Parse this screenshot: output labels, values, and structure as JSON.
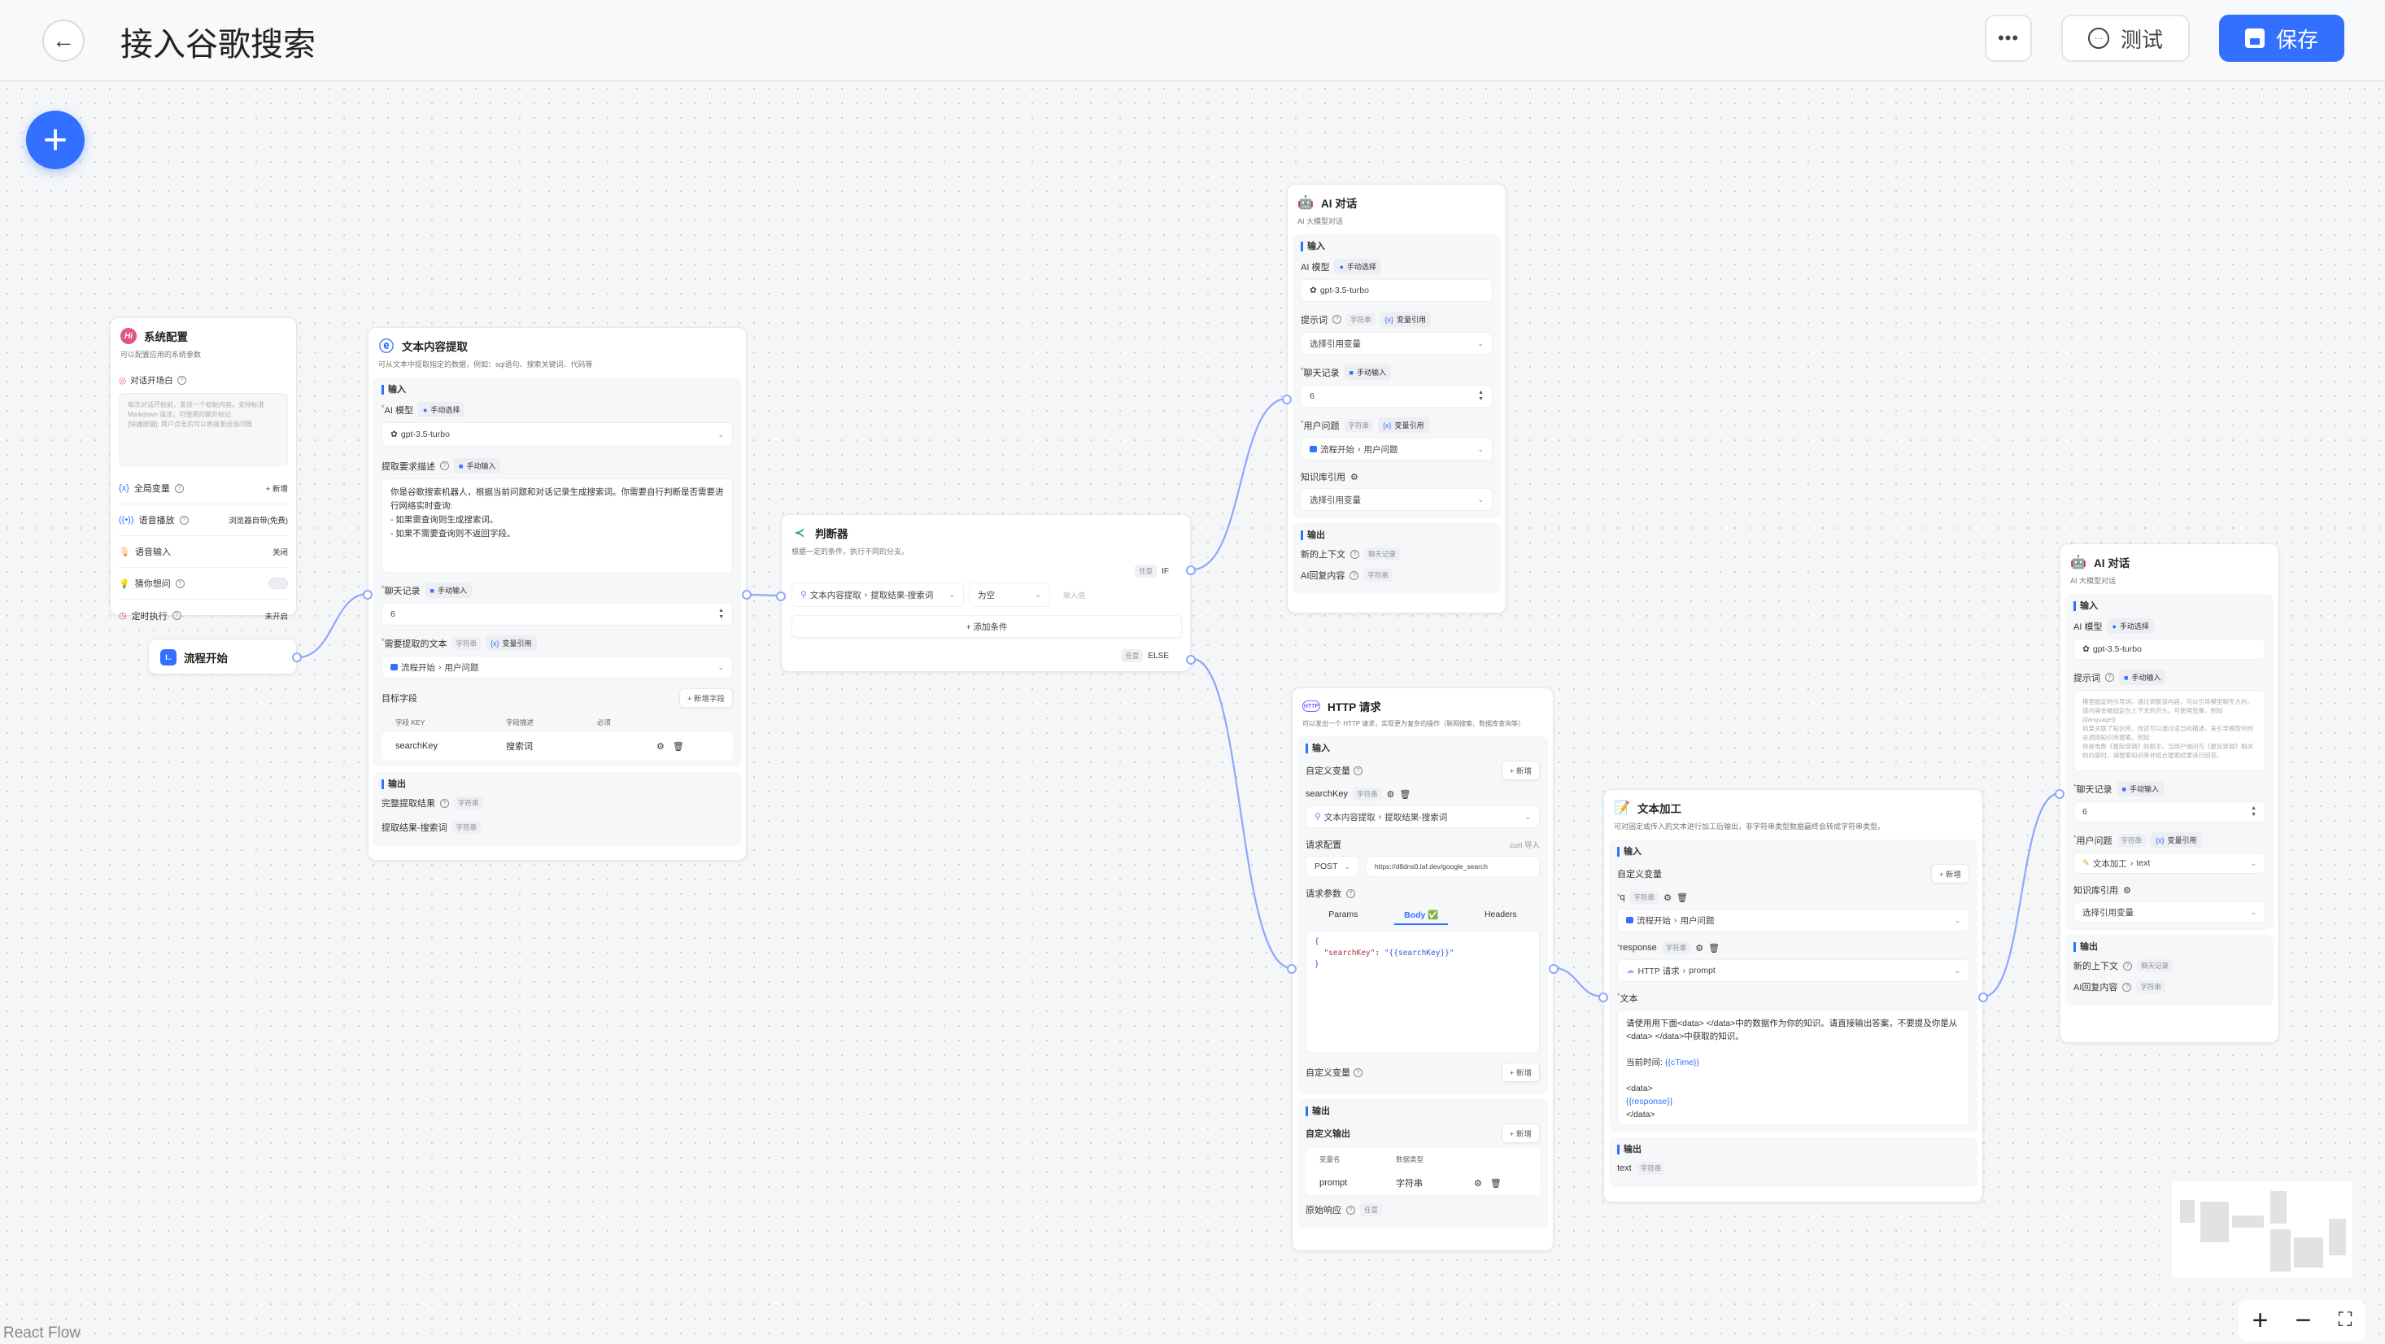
{
  "header": {
    "title": "接入谷歌搜索",
    "test_label": "测试",
    "save_label": "保存"
  },
  "colors": {
    "accent": "#3370ff",
    "background": "#f4f6f8"
  },
  "footer": {
    "attribution": "React Flow"
  },
  "sys": {
    "title": "系统配置",
    "desc": "可以配置应用的系统参数",
    "welcome_label": "对话开场白",
    "welcome_placeholder": "每次对话开始前，发送一个初始内容。支持标准\nMarkdown 语法，可使用的额外标记:\n[快捷按键]: 用户点击后可以直接发送该问题",
    "rows": [
      {
        "label": "全局变量",
        "value": "+ 新增"
      },
      {
        "label": "语音播放",
        "value": "浏览器自带(免费)"
      },
      {
        "label": "语音输入",
        "value": "关闭"
      },
      {
        "label": "猜你想问",
        "toggle_on": false
      },
      {
        "label": "定时执行",
        "value": "未开启"
      }
    ]
  },
  "start": {
    "title": "流程开始"
  },
  "extract": {
    "title": "文本内容提取",
    "desc": "可从文本中提取指定的数据，例如：sql语句、搜索关键词、代码等",
    "input_title": "输入",
    "model_label": "AI 模型",
    "model_mode": "手动选择",
    "model_value": "gpt-3.5-turbo",
    "desc_label": "提取要求描述",
    "desc_mode": "手动输入",
    "desc_value": "你是谷歌搜索机器人，根据当前问题和对话记录生成搜索词。你需要自行判断是否需要进行网络实时查询:\n- 如果需查询则生成搜索词。\n- 如果不需要查询则不返回字段。",
    "history_label": "聊天记录",
    "history_mode": "手动输入",
    "history_value": "6",
    "text_label": "需要提取的文本",
    "text_type": "字符串",
    "text_mode": "变量引用",
    "text_ref_node": "流程开始",
    "text_ref_field": "用户问题",
    "fields_label": "目标字段",
    "add_field": "+ 新增字段",
    "columns": [
      "字段 KEY",
      "字段描述",
      "必须"
    ],
    "rows": [
      {
        "key": "searchKey",
        "desc": "搜索词"
      }
    ],
    "output_title": "输出",
    "outputs": [
      {
        "label": "完整提取结果",
        "type": "字符串"
      },
      {
        "label": "提取结果-搜索词",
        "type": "字符串"
      }
    ]
  },
  "judge": {
    "title": "判断器",
    "desc": "根据一定的条件，执行不同的分支。",
    "if_tag": "任意",
    "if_label": "IF",
    "cond_ref_node": "文本内容提取",
    "cond_ref_field": "提取结果-搜索词",
    "cond_op": "为空",
    "cond_value_placeholder": "输入值",
    "add_condition": "+ 添加条件",
    "else_tag": "任意",
    "else_label": "ELSE"
  },
  "ai1": {
    "title": "AI 对话",
    "desc": "AI 大模型对话",
    "input_title": "输入",
    "model_label": "AI 模型",
    "model_mode": "手动选择",
    "model_value": "gpt-3.5-turbo",
    "prompt_label": "提示词",
    "prompt_type": "字符串",
    "prompt_mode": "变量引用",
    "prompt_placeholder": "选择引用变量",
    "history_label": "聊天记录",
    "history_mode": "手动输入",
    "history_value": "6",
    "question_label": "用户问题",
    "question_type": "字符串",
    "question_mode": "变量引用",
    "question_ref_node": "流程开始",
    "question_ref_field": "用户问题",
    "kb_label": "知识库引用",
    "kb_placeholder": "选择引用变量",
    "output_title": "输出",
    "outputs": [
      {
        "label": "新的上下文",
        "type": "聊天记录"
      },
      {
        "label": "AI回复内容",
        "type": "字符串"
      }
    ]
  },
  "http": {
    "title": "HTTP 请求",
    "desc": "可以发出一个 HTTP 请求，实现更为复杂的操作（联网搜索、数据库查询等）",
    "input_title": "输入",
    "custom_var_label": "自定义变量",
    "add": "+ 新增",
    "var_name": "searchKey",
    "var_type": "字符串",
    "var_ref_node": "文本内容提取",
    "var_ref_field": "提取结果-搜索词",
    "config_label": "请求配置",
    "curl_import": "curl 导入",
    "method": "POST",
    "url": "https://d8dns0.laf.dev/google_search",
    "params_label": "请求参数",
    "tabs": [
      "Params",
      "Body ✅",
      "Headers"
    ],
    "active_tab": "Body ✅",
    "body_open": "{",
    "body_key": "\"searchKey\"",
    "body_sep": ": ",
    "body_val": "\"{{searchKey}}\"",
    "body_close": "}",
    "custom_var_label2": "自定义变量",
    "add2": "+ 新增",
    "output_title": "输出",
    "custom_output_label": "自定义输出",
    "add3": "+ 新增",
    "columns": [
      "变量名",
      "数据类型"
    ],
    "rows": [
      {
        "name": "prompt",
        "type": "字符串"
      }
    ],
    "raw_label": "原始响应",
    "raw_type": "任意"
  },
  "textproc": {
    "title": "文本加工",
    "desc": "可对固定或传入的文本进行加工后输出，非字符串类型数据最终会转成字符串类型。",
    "input_title": "输入",
    "custom_var_label": "自定义变量",
    "add": "+ 新增",
    "vars": [
      {
        "name": "q",
        "type": "字符串",
        "ref_node": "流程开始",
        "ref_field": "用户问题"
      },
      {
        "name": "response",
        "type": "字符串",
        "ref_node": "HTTP 请求",
        "ref_field": "prompt"
      }
    ],
    "text_label": "文本",
    "text_line1": "请使用用下面<data> </data>中的数据作为你的知识。请直接输出答案，不要提及你是从<data> </data>中获取的知识。",
    "text_time_label": "当前时间: ",
    "text_time_var": "{{cTime}}",
    "text_data_open": "<data>",
    "text_data_var": "{{response}}",
    "text_data_close": "</data>",
    "output_title": "输出",
    "output_name": "text",
    "output_type": "字符串"
  },
  "ai2": {
    "title": "AI 对话",
    "desc": "AI 大模型对话",
    "input_title": "输入",
    "model_label": "AI 模型",
    "model_mode": "手动选择",
    "model_value": "gpt-3.5-turbo",
    "prompt_label": "提示词",
    "prompt_mode": "手动输入",
    "prompt_placeholder": "模型固定的引导词，通过调整该内容，可以引导模型聊天方向。该内容会被固定在上下文的开头。可使用变量，例如 {{language}}\n如果关联了知识库，你还可以通过适当的描述，来引导模型何时去调用知识库搜索。例如:\n你是电影《星际穿越》的助手，当用户询问与《星际穿越》相关的内容时，请搜索知识库并结合搜索结果进行回答。",
    "history_label": "聊天记录",
    "history_mode": "手动输入",
    "history_value": "6",
    "question_label": "用户问题",
    "question_type": "字符串",
    "question_mode": "变量引用",
    "question_ref_node": "文本加工",
    "question_ref_field": "text",
    "kb_label": "知识库引用",
    "kb_placeholder": "选择引用变量",
    "output_title": "输出",
    "outputs": [
      {
        "label": "新的上下文",
        "type": "聊天记录"
      },
      {
        "label": "AI回复内容",
        "type": "字符串"
      }
    ]
  }
}
